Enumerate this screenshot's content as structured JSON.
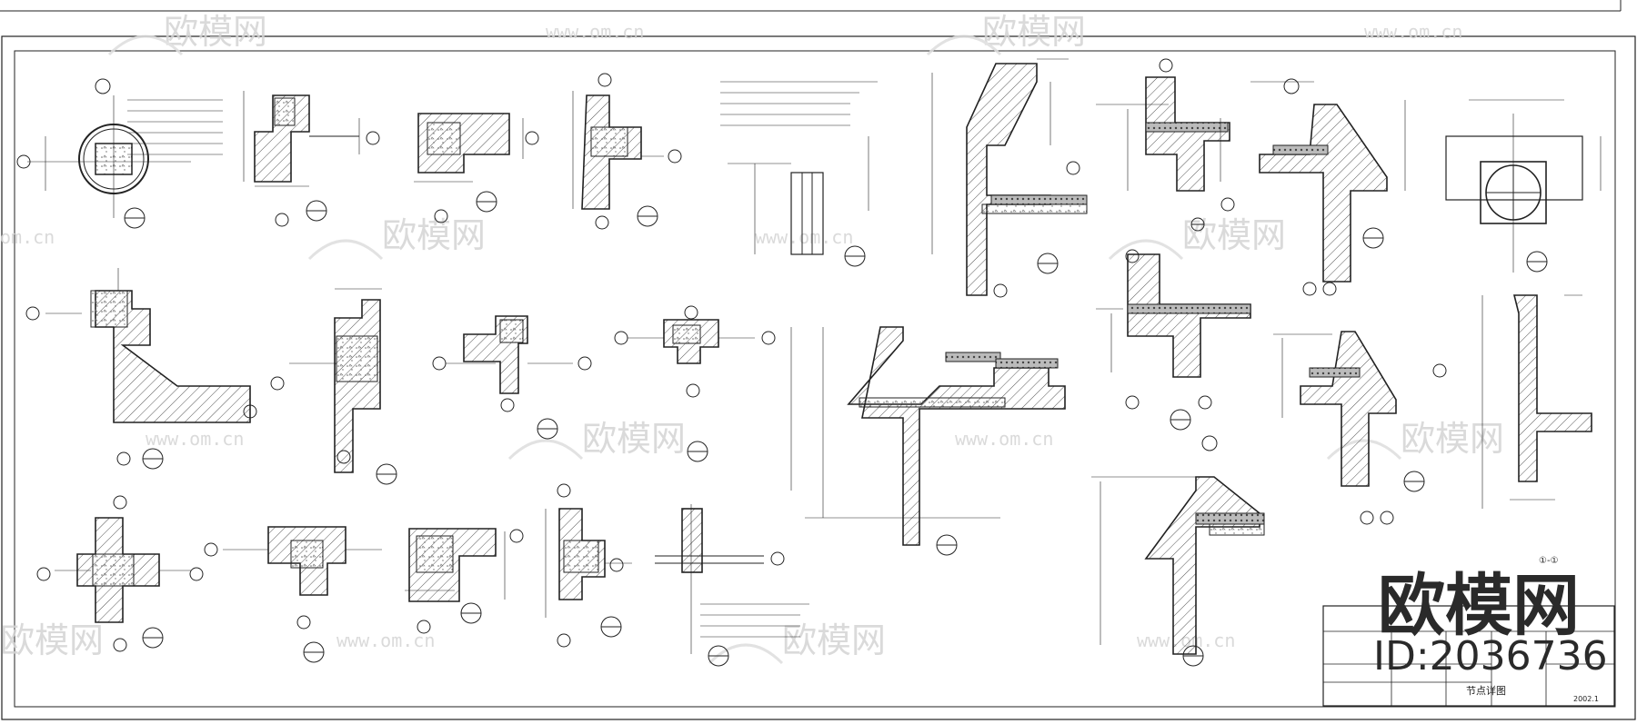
{
  "watermark": {
    "brand": "欧模网",
    "url": "www.om.cn",
    "url_partial": "om.cn"
  },
  "stamp": {
    "brand": "欧模网",
    "id_label": "ID:2036736"
  },
  "title_block": {
    "drawing_title": "节点详图",
    "sheet_no": "2002.1"
  },
  "section_label": "①-①",
  "colors": {
    "line": "#222222",
    "hatch": "#555555",
    "watermark": "#d4d4d4",
    "annotation_green": "#2f8a3a"
  }
}
